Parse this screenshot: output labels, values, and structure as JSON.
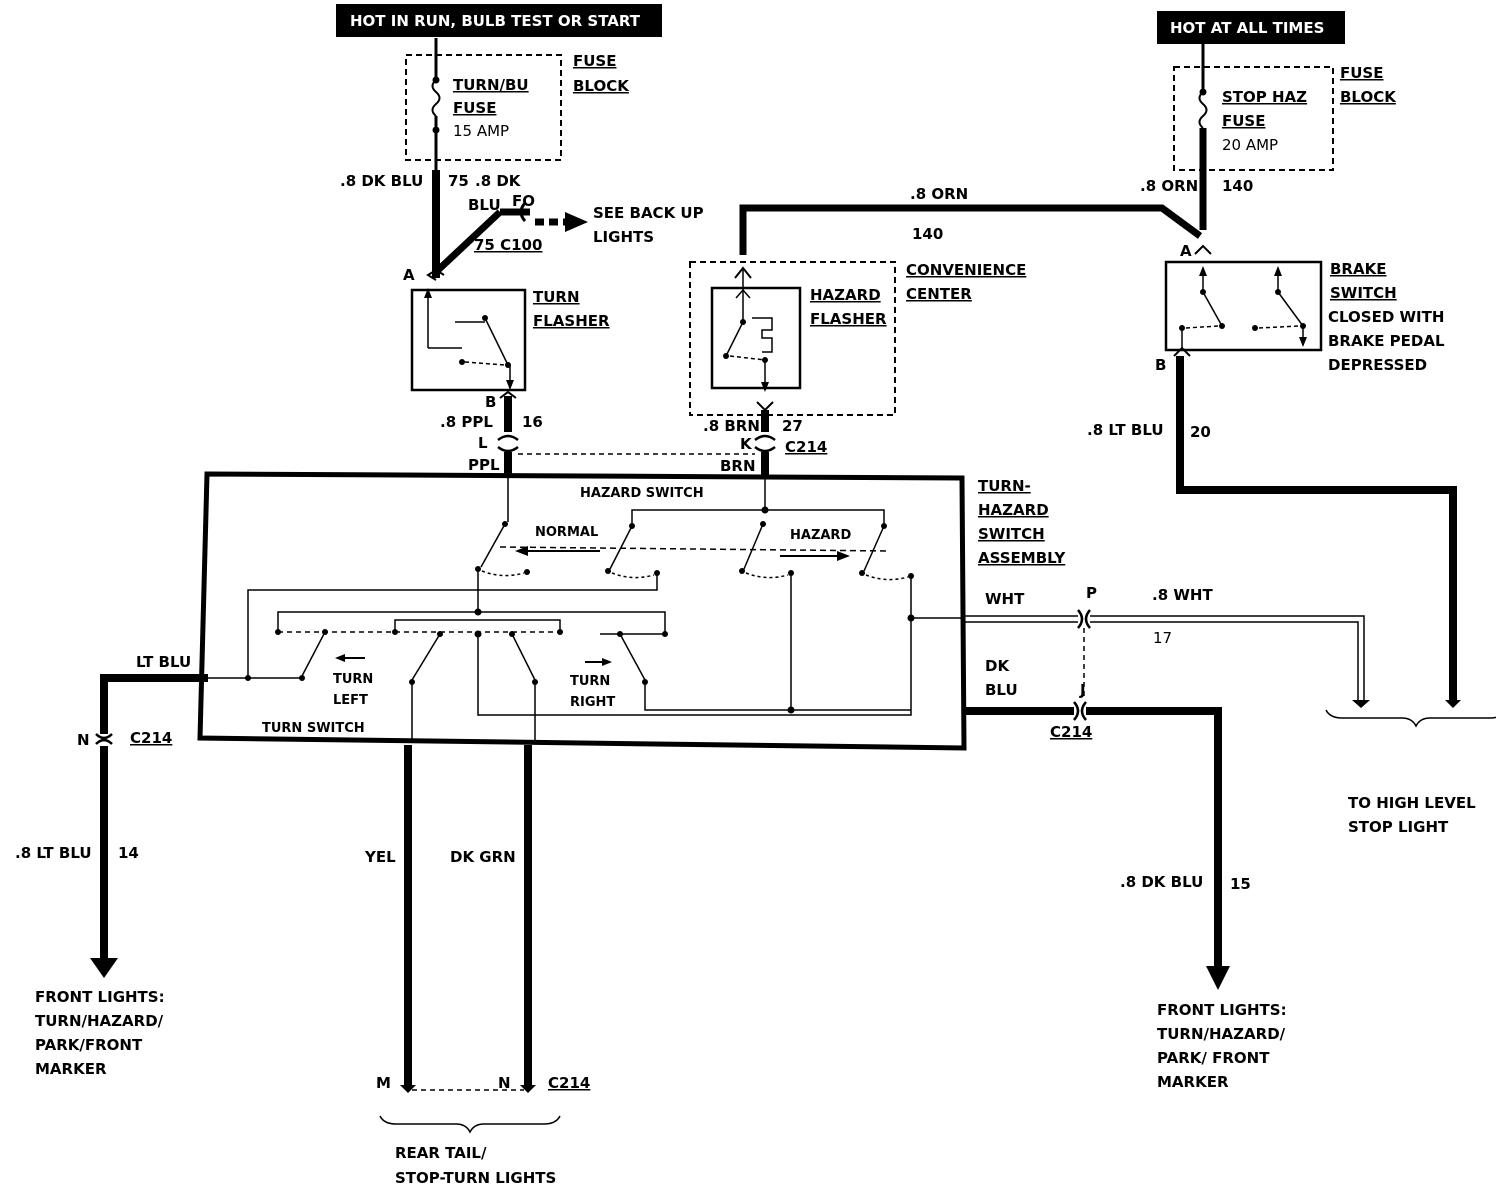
{
  "headers": {
    "run": "HOT IN RUN, BULB TEST OR START",
    "all_times": "HOT AT ALL TIMES"
  },
  "turn_fuse": {
    "name1": "TURN/BU",
    "name2": "FUSE",
    "rating": "15 AMP",
    "block1": "FUSE",
    "block2": "BLOCK"
  },
  "stop_fuse": {
    "name1": "STOP HAZ",
    "name2": "FUSE",
    "rating": "20 AMP",
    "block1": "FUSE",
    "block2": "BLOCK"
  },
  "wires": {
    "dk_blu_75_size": ".8 DK BLU",
    "dk_blu_75_num": "75",
    "dk_blu_75_b": ".8 DK",
    "blu": "BLU",
    "fo": "FO",
    "c100": "75 C100",
    "backup1": "SEE BACK UP",
    "backup2": "LIGHTS",
    "orn_size": ".8 ORN",
    "orn_num": "140",
    "orn_size2": ".8 ORN",
    "orn_num2": "140",
    "ppl_size": ".8 PPL",
    "ppl_num": "16",
    "ppl_pin": "L",
    "ppl_name": "PPL",
    "brn_size": ".8 BRN",
    "brn_num": "27",
    "brn_pin": "K",
    "brn_conn": "C214",
    "brn_name": "BRN",
    "ltblu20_size": ".8 LT BLU",
    "ltblu20_num": "20",
    "wht": "WHT",
    "wht_pin": "P",
    "wht_size": ".8 WHT",
    "wht_num": "17",
    "dkblu1": "DK",
    "dkblu2": "BLU",
    "dkblu_pin": "J",
    "dkblu_conn": "C214",
    "ltblu": "LT BLU",
    "ltblu_pin": "N",
    "ltblu_conn": "C214",
    "ltblu14_size": ".8 LT BLU",
    "ltblu14_num": "14",
    "yel": "YEL",
    "dkgrn": "DK GRN",
    "dkblu15_size": ".8 DK BLU",
    "dkblu15_num": "15",
    "rear_pin_m": "M",
    "rear_pin_n": "N",
    "rear_conn": "C214"
  },
  "turn_flasher": {
    "name1": "TURN",
    "name2": "FLASHER",
    "pin_a": "A",
    "pin_b": "B"
  },
  "hazard_flasher": {
    "name1": "HAZARD",
    "name2": "FLASHER",
    "center1": "CONVENIENCE",
    "center2": "CENTER"
  },
  "brake_switch": {
    "name1": "BRAKE",
    "name2": "SWITCH",
    "desc1": "CLOSED WITH",
    "desc2": "BRAKE PEDAL",
    "desc3": "DEPRESSED",
    "pin_a": "A",
    "pin_b": "B"
  },
  "switch_assembly": {
    "title1": "TURN-",
    "title2": "HAZARD",
    "title3": "SWITCH",
    "title4": "ASSEMBLY",
    "hazard_switch": "HAZARD SWITCH",
    "normal": "NORMAL",
    "hazard": "HAZARD",
    "turn_left1": "TURN",
    "turn_left2": "LEFT",
    "turn_right1": "TURN",
    "turn_right2": "RIGHT",
    "turn_switch": "TURN SWITCH"
  },
  "destinations": {
    "front_left1": "FRONT LIGHTS:",
    "front_left2": "TURN/HAZARD/",
    "front_left3": "PARK/FRONT",
    "front_left4": "MARKER",
    "front_right1": "FRONT LIGHTS:",
    "front_right2": "TURN/HAZARD/",
    "front_right3": "PARK/ FRONT",
    "front_right4": "MARKER",
    "rear1": "REAR TAIL/",
    "rear2": "STOP-TURN LIGHTS",
    "high1": "TO HIGH LEVEL",
    "high2": "STOP LIGHT"
  }
}
